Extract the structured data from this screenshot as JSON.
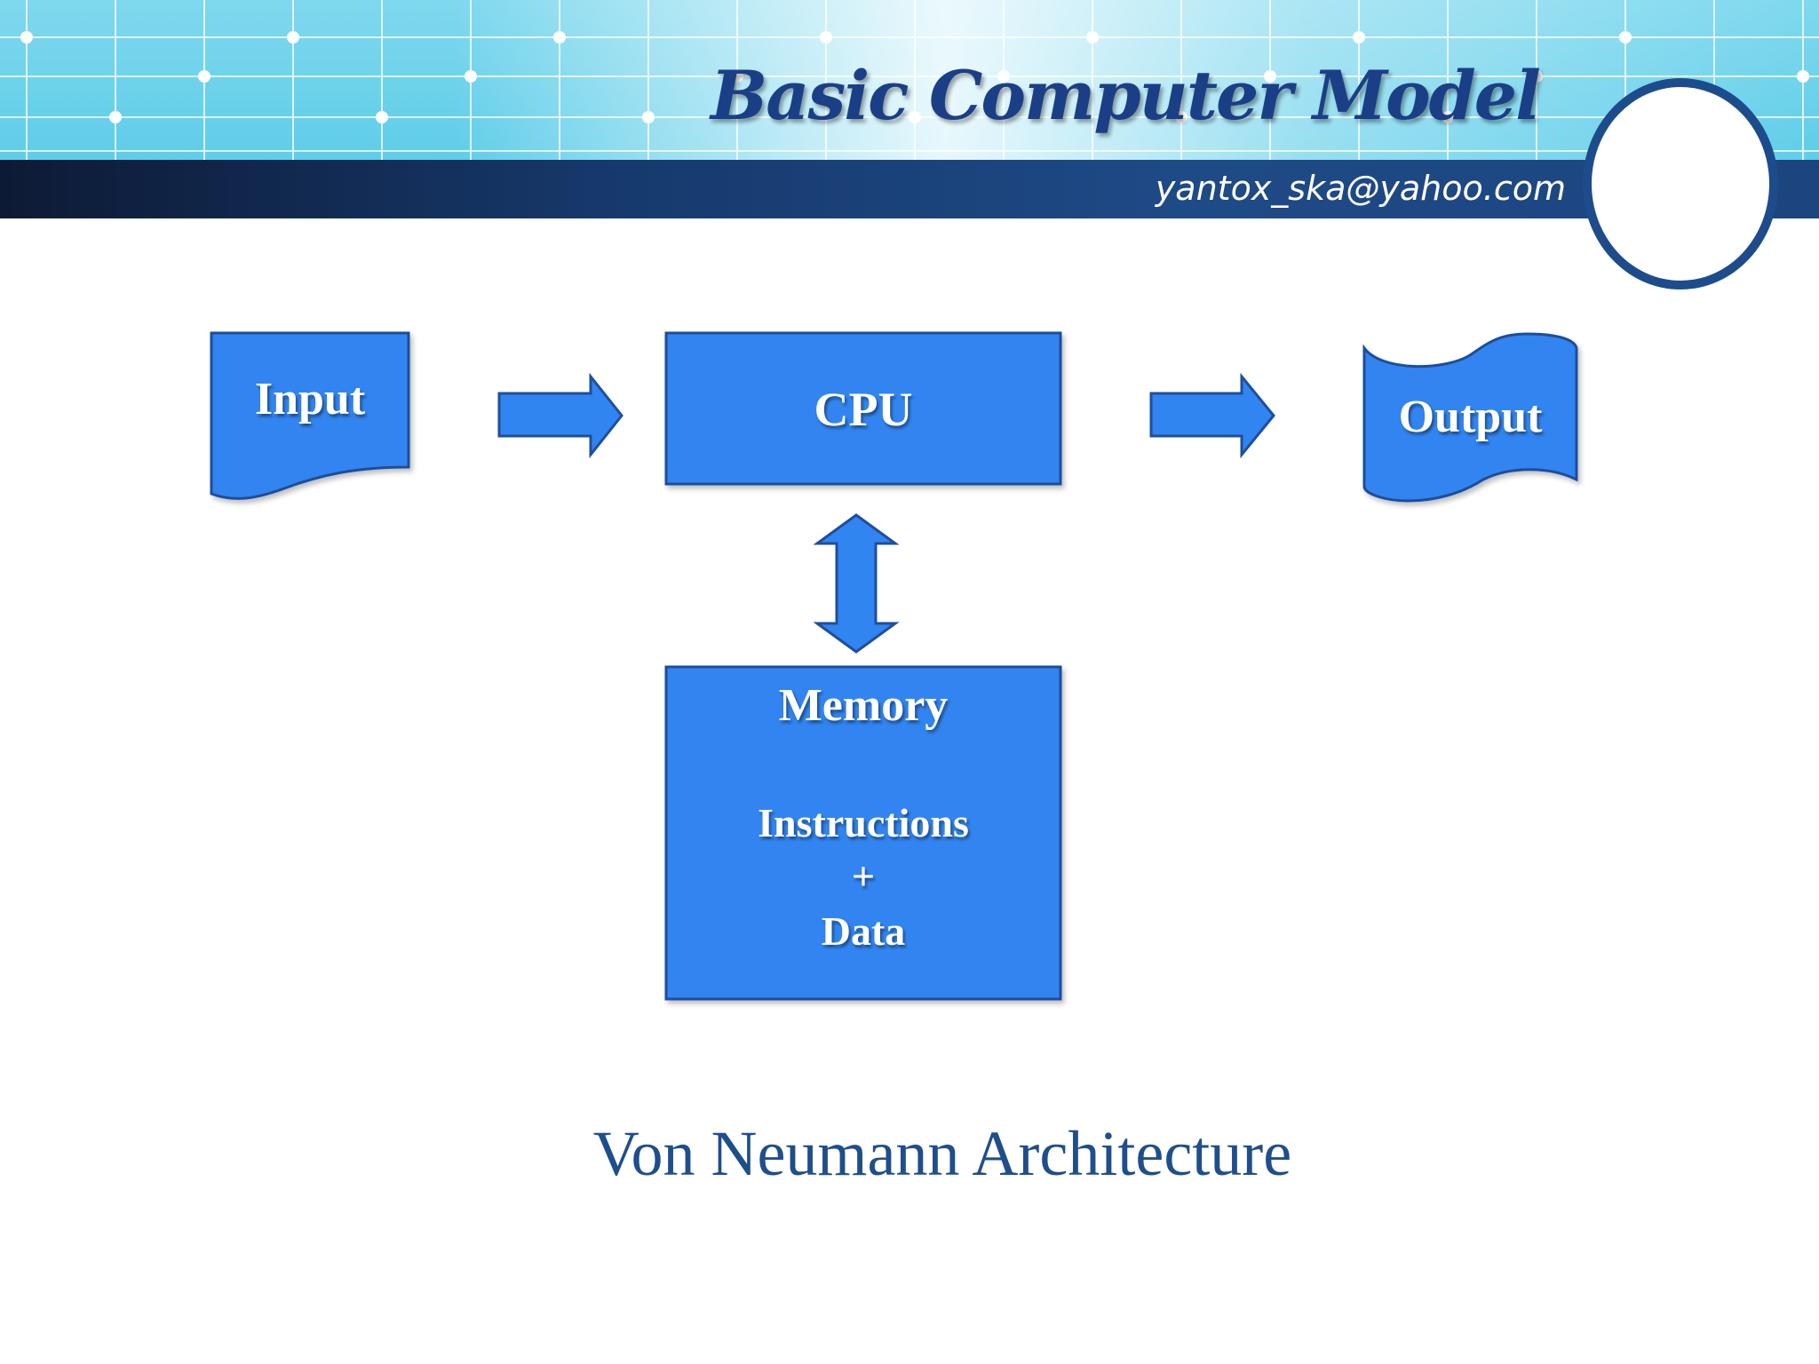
{
  "header": {
    "title": "Basic Computer Model",
    "email": "yantox_ska@yahoo.com"
  },
  "diagram": {
    "nodes": {
      "input": "Input",
      "cpu": "CPU",
      "output": "Output",
      "memory": {
        "title": "Memory",
        "line1": "Instructions",
        "line2": "+",
        "line3": "Data"
      }
    },
    "caption": "Von Neumann Architecture"
  },
  "colors": {
    "node_fill": "#3085f0",
    "node_stroke": "#1f4e9c",
    "title_color": "#1b3f86",
    "header_bar": "#173a6e",
    "caption_color": "#1f4e8c"
  }
}
